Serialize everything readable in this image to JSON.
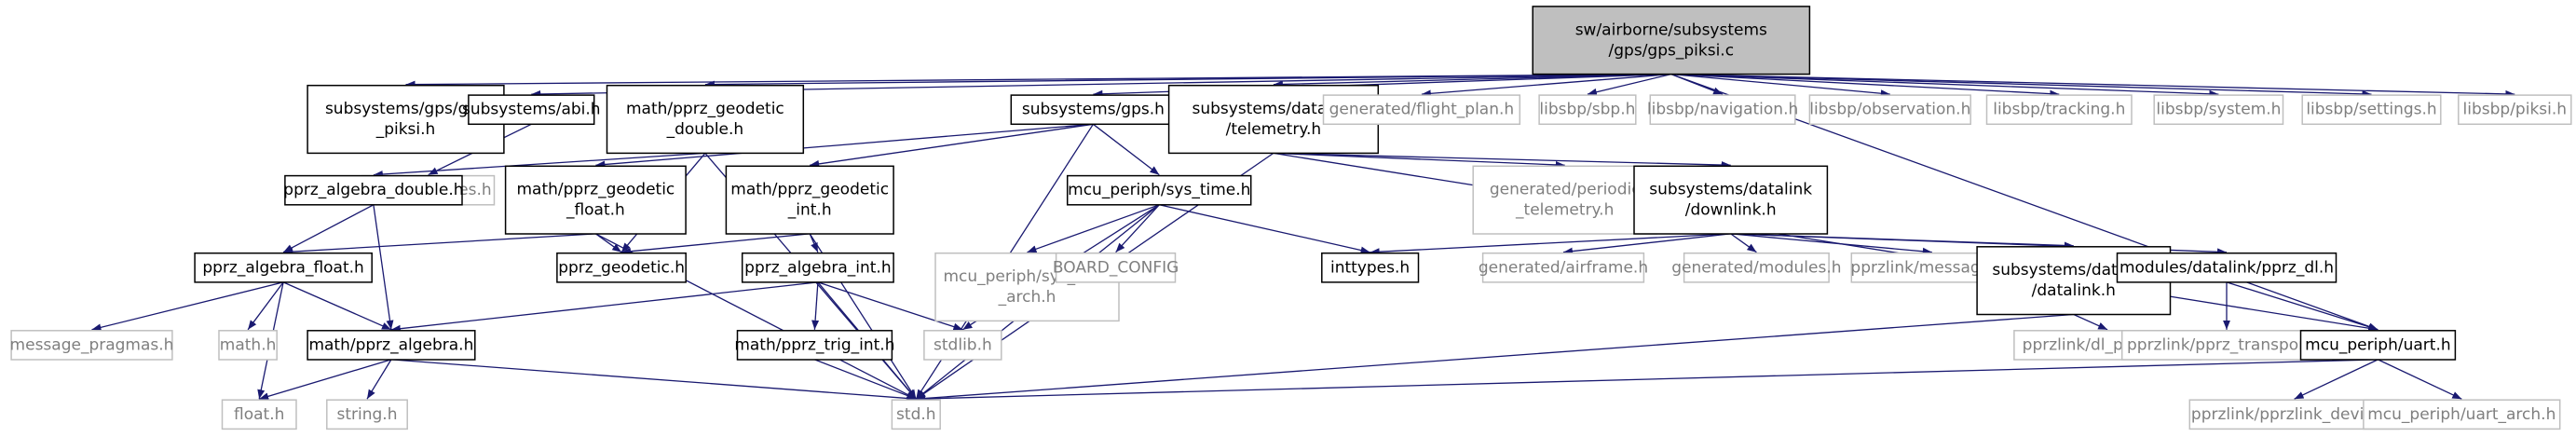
{
  "diagram": {
    "colors": {
      "edge": "#191970",
      "root_fill": "#bfbfbf",
      "node_border": "#000000",
      "gray_border": "#bfbfbf",
      "gray_text": "#7f7f7f",
      "text": "#000000"
    },
    "nodes": [
      {
        "id": "root",
        "lines": [
          "sw/airborne/subsystems",
          "/gps/gps_piksi.c"
        ],
        "style": "root"
      },
      {
        "id": "gps_piksi_h",
        "lines": [
          "subsystems/gps/gps",
          "_piksi.h"
        ],
        "style": "normal"
      },
      {
        "id": "abi_h",
        "lines": [
          "subsystems/abi.h"
        ],
        "style": "normal"
      },
      {
        "id": "geodetic_double",
        "lines": [
          "math/pprz_geodetic",
          "_double.h"
        ],
        "style": "normal"
      },
      {
        "id": "gps_h",
        "lines": [
          "subsystems/gps.h"
        ],
        "style": "normal"
      },
      {
        "id": "telemetry_h",
        "lines": [
          "subsystems/datalink",
          "/telemetry.h"
        ],
        "style": "normal"
      },
      {
        "id": "flight_plan",
        "lines": [
          "generated/flight_plan.h"
        ],
        "style": "gray"
      },
      {
        "id": "sbp",
        "lines": [
          "libsbp/sbp.h"
        ],
        "style": "gray"
      },
      {
        "id": "navigation",
        "lines": [
          "libsbp/navigation.h"
        ],
        "style": "gray"
      },
      {
        "id": "observation",
        "lines": [
          "libsbp/observation.h"
        ],
        "style": "gray"
      },
      {
        "id": "tracking",
        "lines": [
          "libsbp/tracking.h"
        ],
        "style": "gray"
      },
      {
        "id": "system",
        "lines": [
          "libsbp/system.h"
        ],
        "style": "gray"
      },
      {
        "id": "settings",
        "lines": [
          "libsbp/settings.h"
        ],
        "style": "gray"
      },
      {
        "id": "piksi",
        "lines": [
          "libsbp/piksi.h"
        ],
        "style": "gray"
      },
      {
        "id": "abi_messages",
        "lines": [
          "abi_messages.h"
        ],
        "style": "gray"
      },
      {
        "id": "algebra_double",
        "lines": [
          "pprz_algebra_double.h"
        ],
        "style": "normal"
      },
      {
        "id": "geodetic_float",
        "lines": [
          "math/pprz_geodetic",
          "_float.h"
        ],
        "style": "normal"
      },
      {
        "id": "geodetic_int",
        "lines": [
          "math/pprz_geodetic",
          "_int.h"
        ],
        "style": "normal"
      },
      {
        "id": "sys_time",
        "lines": [
          "mcu_periph/sys_time.h"
        ],
        "style": "normal"
      },
      {
        "id": "periodic_telemetry",
        "lines": [
          "generated/periodic",
          "_telemetry.h"
        ],
        "style": "gray"
      },
      {
        "id": "downlink",
        "lines": [
          "subsystems/datalink",
          "/downlink.h"
        ],
        "style": "normal"
      },
      {
        "id": "algebra_float",
        "lines": [
          "pprz_algebra_float.h"
        ],
        "style": "normal"
      },
      {
        "id": "pprz_geodetic",
        "lines": [
          "pprz_geodetic.h"
        ],
        "style": "normal"
      },
      {
        "id": "algebra_int",
        "lines": [
          "pprz_algebra_int.h"
        ],
        "style": "normal"
      },
      {
        "id": "sys_time_arch",
        "lines": [
          "mcu_periph/sys_time",
          "_arch.h"
        ],
        "style": "gray"
      },
      {
        "id": "board_config",
        "lines": [
          "BOARD_CONFIG"
        ],
        "style": "gray"
      },
      {
        "id": "inttypes",
        "lines": [
          "inttypes.h"
        ],
        "style": "normal"
      },
      {
        "id": "airframe",
        "lines": [
          "generated/airframe.h"
        ],
        "style": "gray"
      },
      {
        "id": "modules",
        "lines": [
          "generated/modules.h"
        ],
        "style": "gray"
      },
      {
        "id": "messages",
        "lines": [
          "pprzlink/messages.h"
        ],
        "style": "gray"
      },
      {
        "id": "datalink_h",
        "lines": [
          "subsystems/datalink",
          "/datalink.h"
        ],
        "style": "normal"
      },
      {
        "id": "pprz_dl",
        "lines": [
          "modules/datalink/pprz_dl.h"
        ],
        "style": "normal"
      },
      {
        "id": "message_pragmas",
        "lines": [
          "message_pragmas.h"
        ],
        "style": "gray"
      },
      {
        "id": "math_h",
        "lines": [
          "math.h"
        ],
        "style": "gray"
      },
      {
        "id": "pprz_algebra",
        "lines": [
          "math/pprz_algebra.h"
        ],
        "style": "normal"
      },
      {
        "id": "trig_int",
        "lines": [
          "math/pprz_trig_int.h"
        ],
        "style": "normal"
      },
      {
        "id": "stdlib",
        "lines": [
          "stdlib.h"
        ],
        "style": "gray"
      },
      {
        "id": "dl_protocol",
        "lines": [
          "pprzlink/dl_protocol.h"
        ],
        "style": "gray"
      },
      {
        "id": "pprz_transport",
        "lines": [
          "pprzlink/pprz_transport.h"
        ],
        "style": "gray"
      },
      {
        "id": "uart",
        "lines": [
          "mcu_periph/uart.h"
        ],
        "style": "normal"
      },
      {
        "id": "float_h",
        "lines": [
          "float.h"
        ],
        "style": "gray"
      },
      {
        "id": "string_h",
        "lines": [
          "string.h"
        ],
        "style": "gray"
      },
      {
        "id": "std_h",
        "lines": [
          "std.h"
        ],
        "style": "gray"
      },
      {
        "id": "pprzlink_device",
        "lines": [
          "pprzlink/pprzlink_device.h"
        ],
        "style": "gray"
      },
      {
        "id": "uart_arch",
        "lines": [
          "mcu_periph/uart_arch.h"
        ],
        "style": "gray"
      }
    ],
    "edges": [
      [
        "root",
        "gps_piksi_h"
      ],
      [
        "root",
        "abi_h"
      ],
      [
        "root",
        "geodetic_double"
      ],
      [
        "root",
        "gps_h"
      ],
      [
        "root",
        "telemetry_h"
      ],
      [
        "root",
        "flight_plan"
      ],
      [
        "root",
        "sbp"
      ],
      [
        "root",
        "navigation"
      ],
      [
        "root",
        "observation"
      ],
      [
        "root",
        "tracking"
      ],
      [
        "root",
        "system"
      ],
      [
        "root",
        "settings"
      ],
      [
        "root",
        "piksi"
      ],
      [
        "root",
        "uart"
      ],
      [
        "abi_h",
        "abi_messages"
      ],
      [
        "geodetic_double",
        "algebra_double"
      ],
      [
        "geodetic_double",
        "pprz_geodetic"
      ],
      [
        "geodetic_double",
        "std_h"
      ],
      [
        "gps_h",
        "geodetic_float"
      ],
      [
        "gps_h",
        "geodetic_int"
      ],
      [
        "gps_h",
        "sys_time"
      ],
      [
        "gps_h",
        "std_h"
      ],
      [
        "telemetry_h",
        "periodic_telemetry"
      ],
      [
        "telemetry_h",
        "downlink"
      ],
      [
        "telemetry_h",
        "std_h"
      ],
      [
        "telemetry_h",
        "uart"
      ],
      [
        "algebra_double",
        "algebra_float"
      ],
      [
        "algebra_double",
        "pprz_algebra"
      ],
      [
        "geodetic_float",
        "algebra_float"
      ],
      [
        "geodetic_float",
        "pprz_geodetic"
      ],
      [
        "geodetic_float",
        "std_h"
      ],
      [
        "geodetic_int",
        "pprz_geodetic"
      ],
      [
        "geodetic_int",
        "algebra_int"
      ],
      [
        "geodetic_int",
        "std_h"
      ],
      [
        "sys_time",
        "sys_time_arch"
      ],
      [
        "sys_time",
        "board_config"
      ],
      [
        "sys_time",
        "inttypes"
      ],
      [
        "sys_time",
        "stdlib"
      ],
      [
        "sys_time",
        "std_h"
      ],
      [
        "downlink",
        "inttypes"
      ],
      [
        "downlink",
        "airframe"
      ],
      [
        "downlink",
        "modules"
      ],
      [
        "downlink",
        "messages"
      ],
      [
        "downlink",
        "datalink_h"
      ],
      [
        "downlink",
        "pprz_dl"
      ],
      [
        "algebra_float",
        "message_pragmas"
      ],
      [
        "algebra_float",
        "math_h"
      ],
      [
        "algebra_float",
        "pprz_algebra"
      ],
      [
        "algebra_float",
        "float_h"
      ],
      [
        "algebra_int",
        "pprz_algebra"
      ],
      [
        "algebra_int",
        "trig_int"
      ],
      [
        "algebra_int",
        "stdlib"
      ],
      [
        "algebra_int",
        "std_h"
      ],
      [
        "datalink_h",
        "dl_protocol"
      ],
      [
        "datalink_h",
        "std_h"
      ],
      [
        "pprz_dl",
        "pprz_transport"
      ],
      [
        "pprz_dl",
        "uart"
      ],
      [
        "pprz_algebra",
        "float_h"
      ],
      [
        "pprz_algebra",
        "string_h"
      ],
      [
        "pprz_algebra",
        "std_h"
      ],
      [
        "trig_int",
        "std_h"
      ],
      [
        "uart",
        "std_h"
      ],
      [
        "uart",
        "pprzlink_device"
      ],
      [
        "uart",
        "uart_arch"
      ]
    ]
  }
}
